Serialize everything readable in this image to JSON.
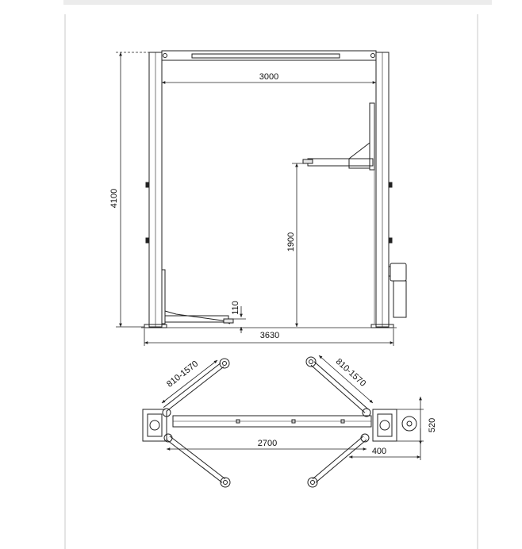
{
  "dimensions": {
    "top_width": "3000",
    "overall_height": "4100",
    "lift_height": "1900",
    "min_height": "110",
    "overall_width": "3630",
    "arm_range_left": "810-1570",
    "arm_range_right": "810-1570",
    "post_spacing": "2700",
    "base_offset": "400",
    "base_depth": "520"
  },
  "colors": {
    "line": "#222222",
    "accent": "#d9d9d9",
    "frame": "#d0d0d0"
  }
}
